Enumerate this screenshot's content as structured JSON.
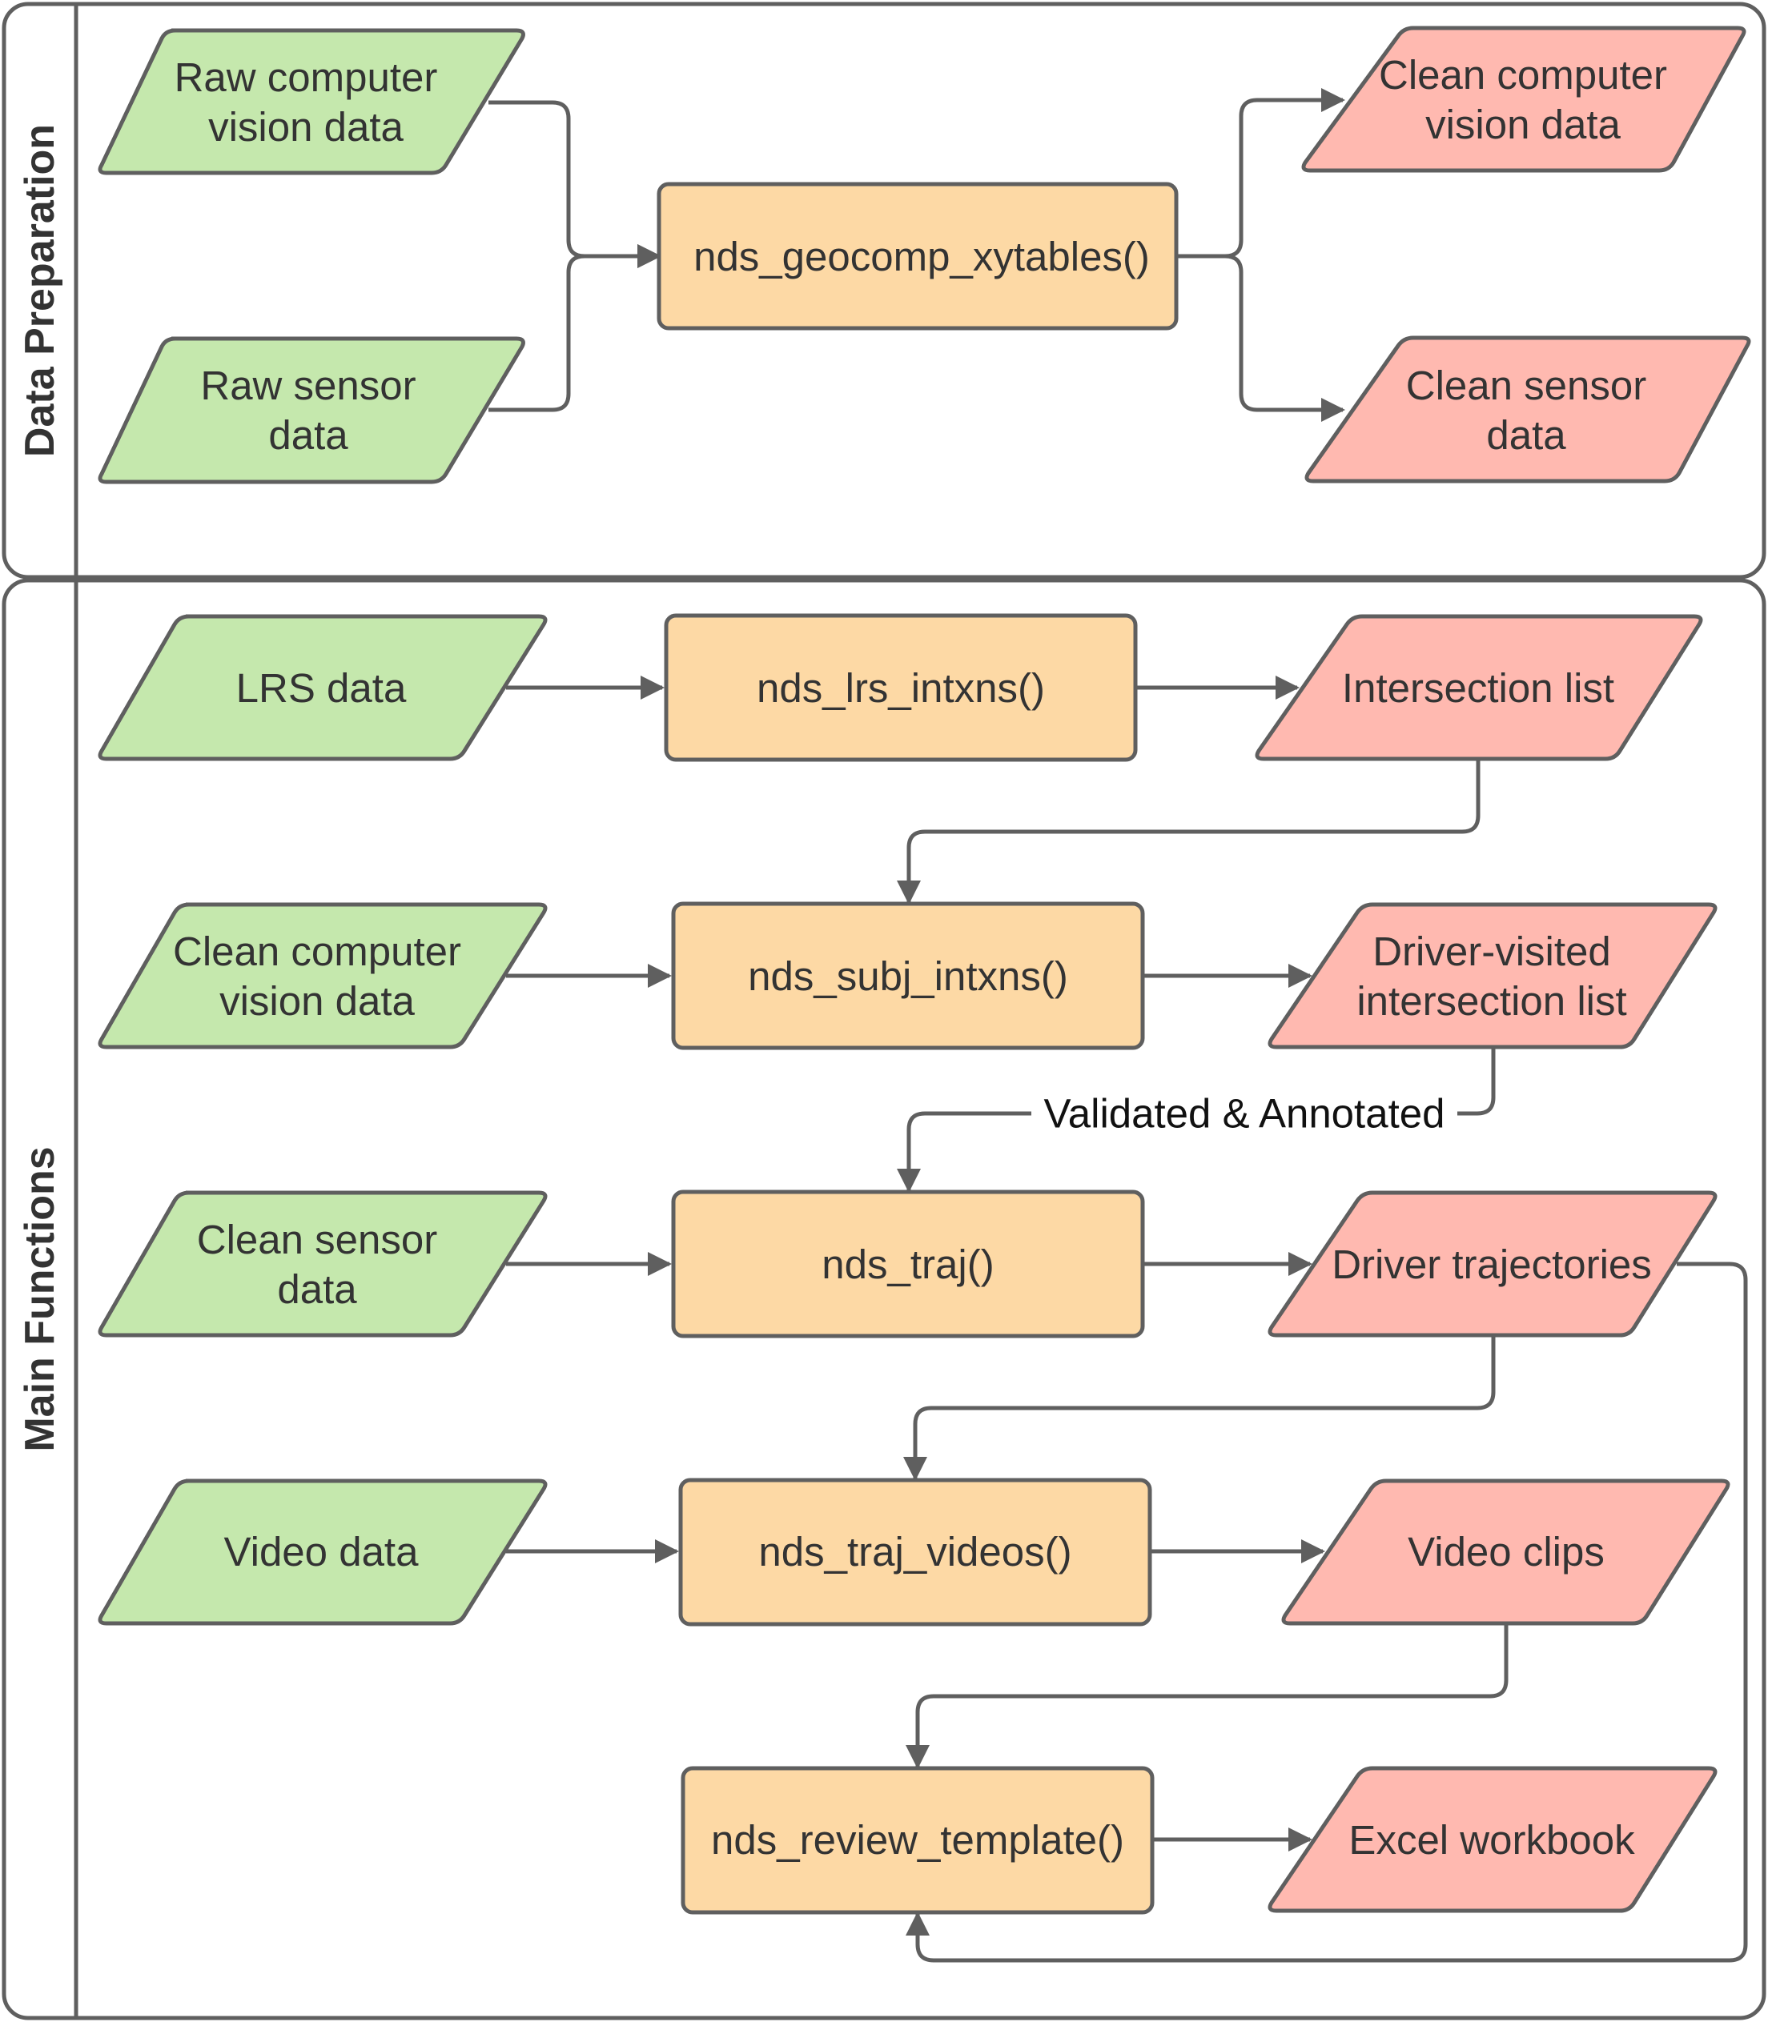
{
  "colors": {
    "input": "#c5e8ad",
    "output": "#ffb9b0",
    "function": "#fdd9a5",
    "stroke": "#5f5f5f"
  },
  "lanes": {
    "data_preparation": "Data Preparation",
    "main_functions": "Main Functions"
  },
  "nodes": {
    "raw_cv": [
      "Raw computer",
      "vision data"
    ],
    "raw_sensor": [
      "Raw sensor",
      "data"
    ],
    "geocomp": [
      "nds_geocomp_xytables()"
    ],
    "clean_cv_out": [
      "Clean computer",
      "vision data"
    ],
    "clean_sensor_out": [
      "Clean sensor",
      "data"
    ],
    "lrs": [
      "LRS data"
    ],
    "lrs_fn": [
      "nds_lrs_intxns()"
    ],
    "intersection_list": [
      "Intersection list"
    ],
    "clean_cv_in": [
      "Clean computer",
      "vision data"
    ],
    "subj_fn": [
      "nds_subj_intxns()"
    ],
    "driver_visited": [
      "Driver-visited",
      "intersection list"
    ],
    "clean_sensor_in": [
      "Clean sensor",
      "data"
    ],
    "traj_fn": [
      "nds_traj()"
    ],
    "driver_traj": [
      "Driver trajectories"
    ],
    "video": [
      "Video data"
    ],
    "videos_fn": [
      "nds_traj_videos()"
    ],
    "video_clips": [
      "Video clips"
    ],
    "review_fn": [
      "nds_review_template()"
    ],
    "excel": [
      "Excel workbook"
    ]
  },
  "edges": {
    "validated_label": "Validated & Annotated"
  }
}
